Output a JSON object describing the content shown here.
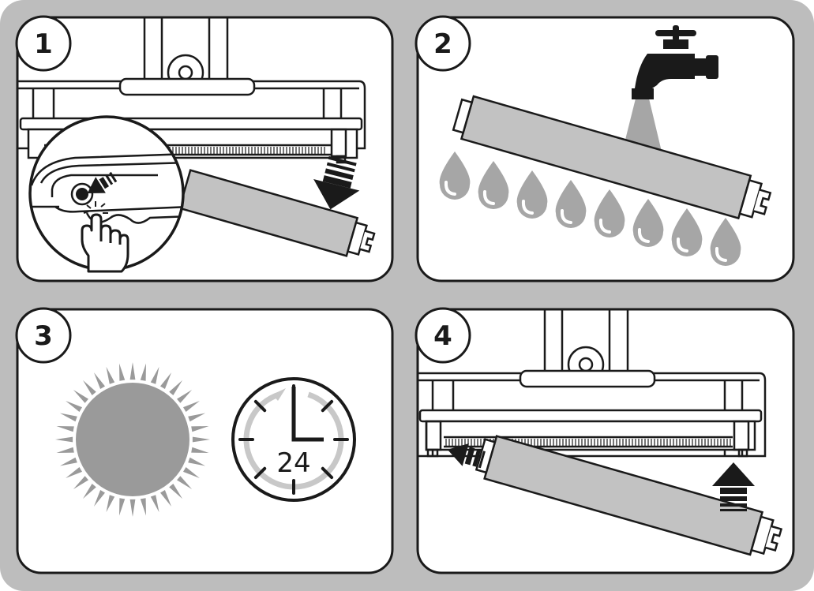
{
  "panels": [
    {
      "number": "1"
    },
    {
      "number": "2"
    },
    {
      "number": "3",
      "clock_label": "24"
    },
    {
      "number": "4"
    }
  ],
  "colors": {
    "frame": "#bdbdbd",
    "panel_bg": "#ffffff",
    "outline": "#1a1a1a",
    "roller": "#c2c2c2",
    "drop": "#a6a6a6",
    "sun": "#9a9a9a",
    "clock_arc": "#c8c8c8"
  },
  "icons": [
    "vacuum-head",
    "release-button",
    "pointing-hand",
    "down-arrow",
    "faucet",
    "water-drop",
    "sun",
    "clock-24h",
    "left-arrow",
    "up-arrow",
    "brush-roller"
  ]
}
